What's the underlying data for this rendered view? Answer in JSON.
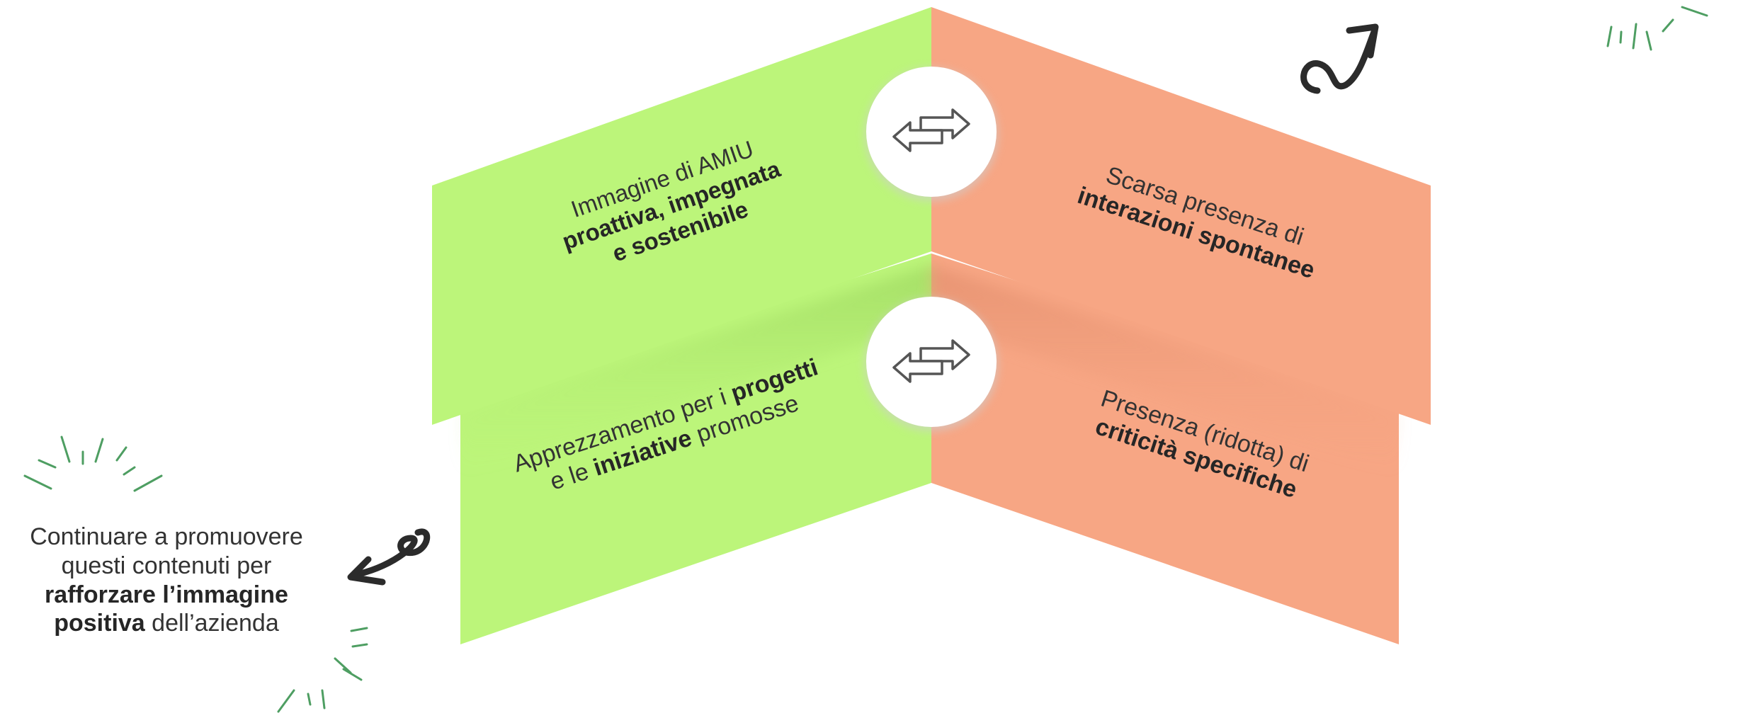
{
  "panels": {
    "top_left": {
      "line1": "Immagine di AMIU",
      "line2_bold": "proattiva, impegnata",
      "line3_bold": "e sostenibile"
    },
    "bottom_left": {
      "line1_pre": "Apprezzamento per i ",
      "line1_bold": "progetti",
      "line2_pre": "e le ",
      "line2_bold": "iniziative",
      "line2_post": " promosse"
    },
    "top_right": {
      "line1": "Scarsa presenza di",
      "line2_bold": "interazioni spontanee"
    },
    "bottom_right": {
      "line1": "Presenza (ridotta) di",
      "line2_bold": "criticità specifiche"
    }
  },
  "note": {
    "line1": "Continuare a promuovere",
    "line2": "questi contenuti per",
    "line3_bold": "rafforzare l’immagine",
    "line4_bold": "positiva",
    "line4_post": " dell’azienda"
  },
  "colors": {
    "positive": "#bcf57a",
    "positive_shadow": "#a3d965",
    "negative": "#f7a684",
    "negative_shadow": "#e08e6d",
    "accent_doodle": "#4e9e62",
    "arrow_doodle": "#2b2b2b"
  },
  "icons": [
    "exchange-arrows-icon",
    "curly-arrow-icon",
    "sparkle-icon"
  ]
}
